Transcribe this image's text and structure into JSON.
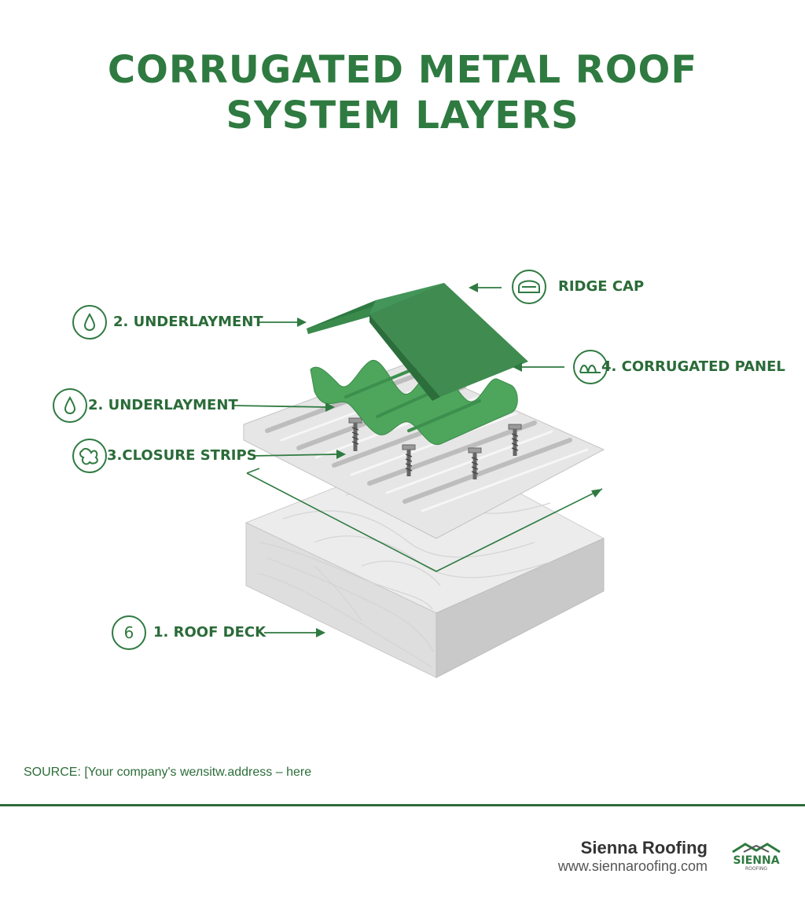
{
  "title": {
    "line1": "CORRUGATED METAL ROOF",
    "line2": "SYSTEM LAYERS"
  },
  "labels": {
    "ridge_cap": "RIDGE CAP",
    "underlayment_top": "2. UNDERLAYMENT",
    "corrugated_panel": "4. CORRUGATED PANEL",
    "underlayment_mid": "2. UNDERLAYMENT",
    "closure_strips": "3.CLOSURE STRIPS",
    "roof_deck": "1. ROOF DECK",
    "roof_deck_badge": "6"
  },
  "icons": {
    "ridge_cap": "ridge-cap-icon",
    "underlayment_top": "water-drop-icon",
    "corrugated_panel": "corrugated-panel-icon",
    "underlayment_mid": "water-drop-icon",
    "closure_strips": "closure-strip-icon"
  },
  "source": "SOURCE: [Your company's wелsitw.address – here",
  "brand": {
    "name": "Sienna Roofing",
    "url": "www.siennaroofing.com",
    "logo_text": "SIENNA",
    "logo_subtext": "ROOFING"
  },
  "colors": {
    "accent": "#2e7a40",
    "panel_green": "#4a9f5a",
    "ridge_green": "#3d8b4e",
    "deck_gray": "#e2e2e2",
    "metal_gray": "#dcdcdc"
  }
}
